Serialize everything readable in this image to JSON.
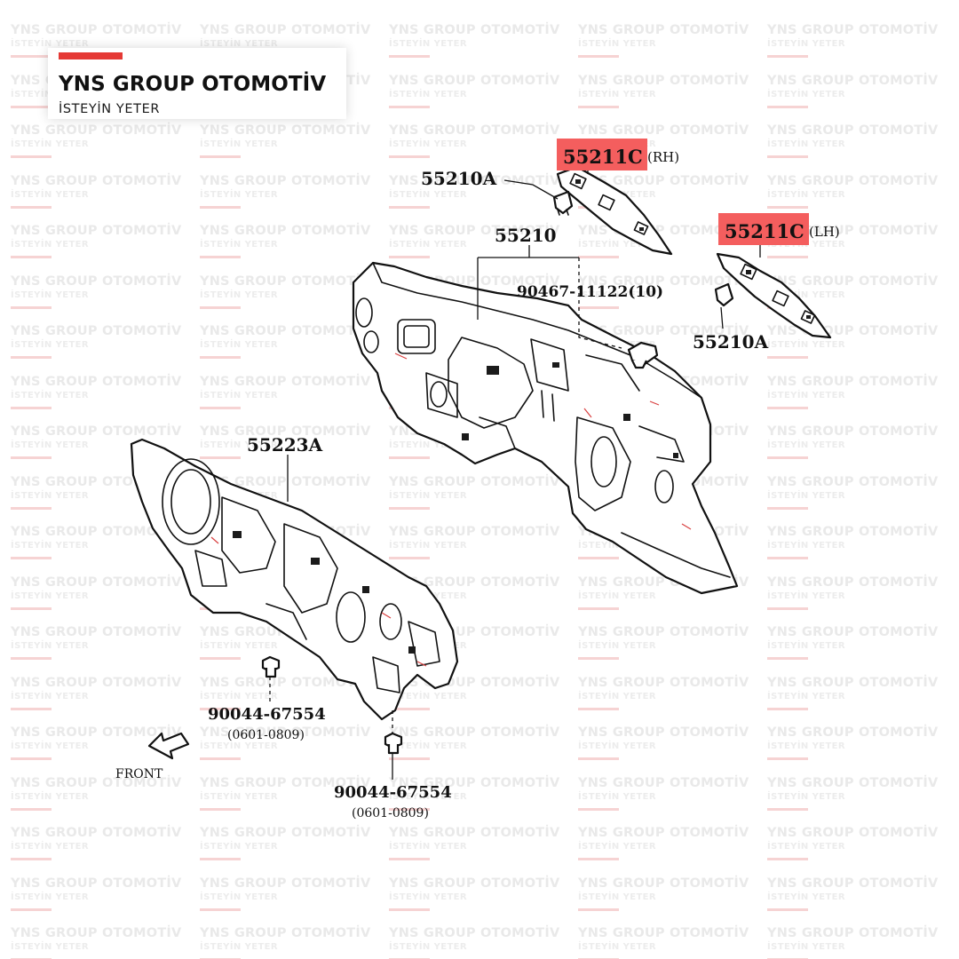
{
  "brand": {
    "title": "YNS GROUP OTOMOTİV",
    "subtitle": "İSTEYİN YETER",
    "accent_color": "#e53935"
  },
  "watermark": {
    "title": "YNS GROUP OTOMOTİV",
    "subtitle": "İSTEYİN YETER"
  },
  "diagram": {
    "highlight_color": "#f45e5e",
    "labels": {
      "grommet_top": "55210A",
      "pad_rh": "55211C",
      "pad_rh_side": "(RH)",
      "pad_lh": "55211C",
      "pad_lh_side": "(LH)",
      "dash_panel": "55210",
      "clip": "90467-11122(10)",
      "grommet_right": "55210A",
      "insulator": "55223A",
      "bolt_left": "90044-67554",
      "bolt_left_range": "(0601-0809)",
      "bolt_right": "90044-67554",
      "bolt_right_range": "(0601-0809)",
      "front": "FRONT"
    }
  }
}
